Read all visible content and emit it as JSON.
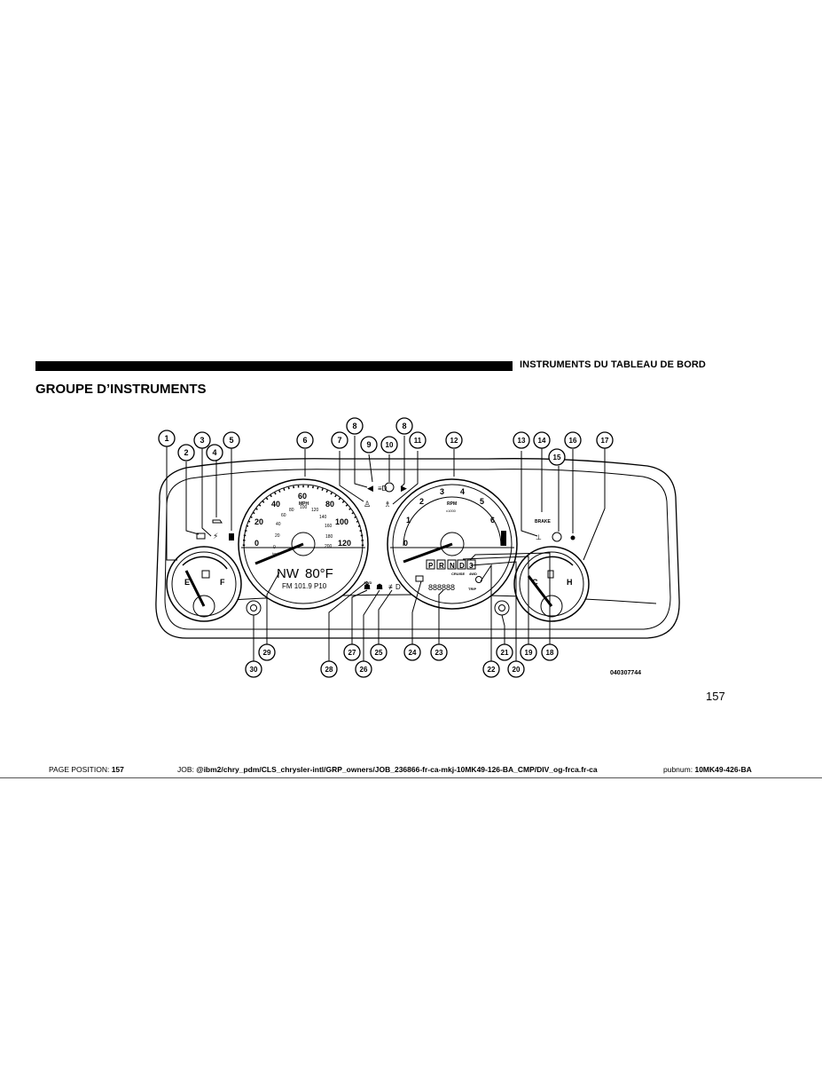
{
  "header": {
    "section_title": "INSTRUMENTS DU TABLEAU DE BORD"
  },
  "heading": "GROUPE D’INSTRUMENTS",
  "figure": {
    "id": "040307744",
    "callouts": [
      "1",
      "2",
      "3",
      "4",
      "5",
      "6",
      "7",
      "8",
      "9",
      "10",
      "8",
      "11",
      "12",
      "13",
      "14",
      "15",
      "16",
      "17",
      "18",
      "19",
      "20",
      "21",
      "22",
      "23",
      "24",
      "25",
      "26",
      "27",
      "28",
      "29",
      "30"
    ],
    "speedometer": {
      "mph_ticks": [
        "0",
        "20",
        "40",
        "60",
        "80",
        "100",
        "120"
      ],
      "kmh_ticks": [
        "0",
        "20",
        "40",
        "60",
        "80",
        "100",
        "120",
        "140",
        "160",
        "180",
        "200"
      ],
      "unit_mph": "MPH",
      "unit_kmh": "km/h"
    },
    "tachometer": {
      "ticks": [
        "0",
        "1",
        "2",
        "3",
        "4",
        "5",
        "6"
      ],
      "unit": "RPM",
      "multiplier": "x1000"
    },
    "fuel_gauge": {
      "empty": "E",
      "full": "F"
    },
    "temp_gauge": {
      "cold": "C",
      "hot": "H"
    },
    "display": {
      "compass": "NW",
      "temperature": "80°F",
      "radio": "FM 101.9 P10",
      "odometer": "888888",
      "trip": "TRIP",
      "gear": [
        "P",
        "R",
        "N",
        "D",
        "3"
      ],
      "cruise": "CRUISE",
      "fourwd": "4WD",
      "brake": "BRAKE",
      "awd": "AWD"
    }
  },
  "page_number": "157",
  "footer": {
    "page_position_label": "PAGE POSITION:",
    "page_position_value": "157",
    "job_label": "JOB:",
    "job_value": "@ibm2/chry_pdm/CLS_chrysler-intl/GRP_owners/JOB_236866-fr-ca-mkj-10MK49-126-BA_CMP/DIV_og-frca.fr-ca",
    "pubnum_label": "pubnum:",
    "pubnum_value": "10MK49-426-BA"
  }
}
